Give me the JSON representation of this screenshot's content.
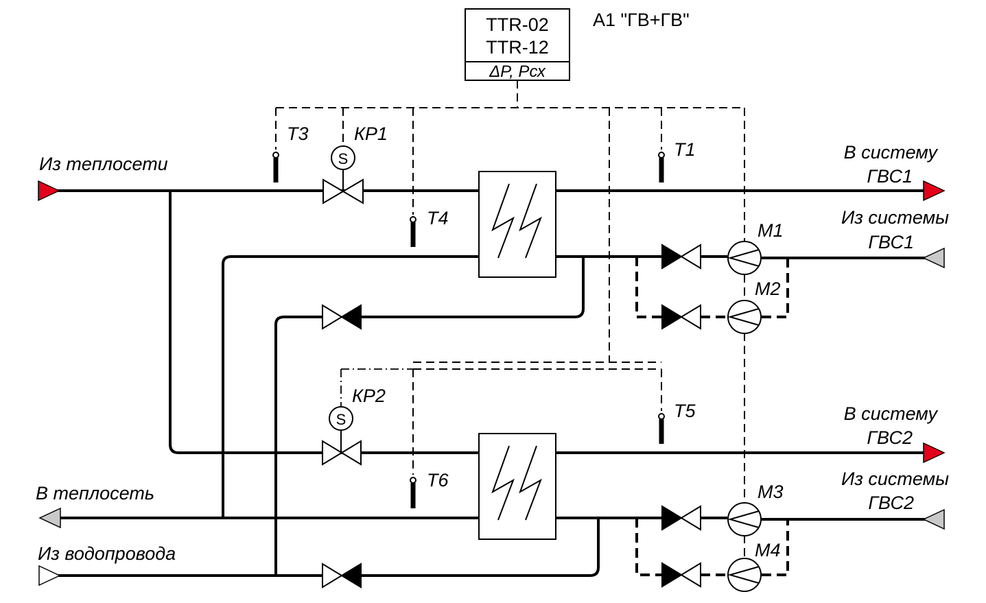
{
  "controller": {
    "model_1": "TTR-02",
    "model_2": "TTR-12",
    "inputs": "ΔP, Pсх",
    "scheme_title": "А1 \"ГВ+ГВ\""
  },
  "labels": {
    "from_heat_network": "Из теплосети",
    "to_heat_network": "В теплосеть",
    "from_water_supply": "Из водопровода",
    "to_dhw1_line1": "В систему",
    "to_dhw1_line2": "ГВС1",
    "from_dhw1_line1": "Из системы",
    "from_dhw1_line2": "ГВС1",
    "to_dhw2_line1": "В систему",
    "to_dhw2_line2": "ГВС2",
    "from_dhw2_line1": "Из системы",
    "from_dhw2_line2": "ГВС2"
  },
  "sensors": {
    "t1": "T1",
    "t3": "T3",
    "t4": "T4",
    "t5": "T5",
    "t6": "T6"
  },
  "valves": {
    "kr1": "КР1",
    "kr2": "КР2",
    "actuator_letter": "S"
  },
  "pumps": {
    "m1": "M1",
    "m2": "M2",
    "m3": "M3",
    "m4": "M4"
  },
  "colors": {
    "supply_arrow": "#e3001b",
    "return_arrow": "#c9c9c9",
    "line": "#000000"
  }
}
